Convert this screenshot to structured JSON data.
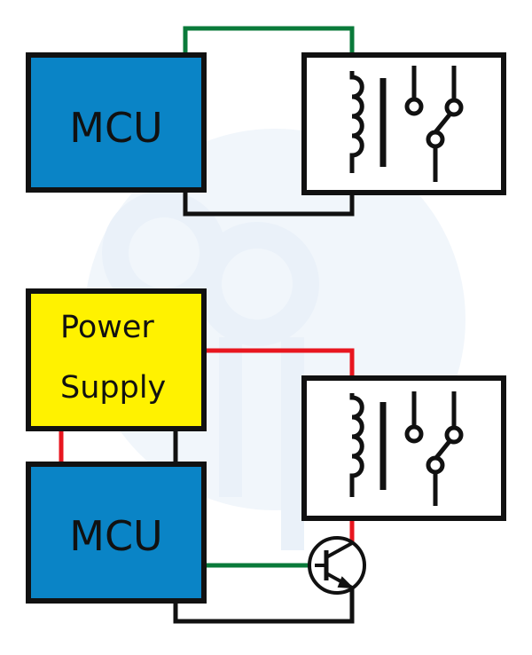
{
  "diagram": {
    "top_circuit": {
      "mcu_label": "MCU"
    },
    "bottom_circuit": {
      "power_supply_label_line1": "Power",
      "power_supply_label_line2": "Supply",
      "mcu_label": "MCU"
    }
  },
  "colors": {
    "mcu_fill": "#0a84c6",
    "power_supply_fill": "#fff200",
    "wire_signal": "#0a7a3a",
    "wire_power": "#e8161f",
    "wire_ground": "#111111",
    "watermark": "#eaf1f9"
  },
  "icons": [
    "relay-coil-icon",
    "relay-switch-icon",
    "npn-transistor-icon",
    "watermark-logo-icon"
  ]
}
